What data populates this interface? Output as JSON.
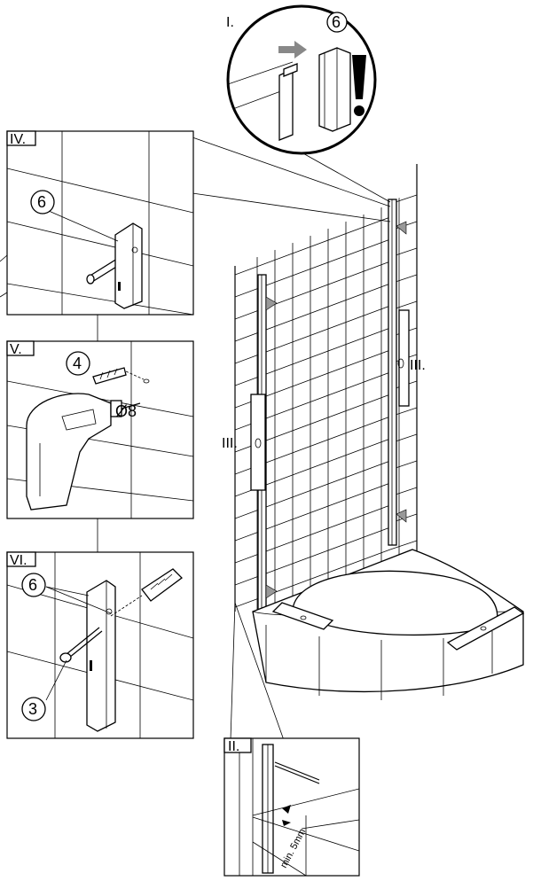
{
  "steps": {
    "one": "I.",
    "two": "II.",
    "three_left": "III.",
    "three_right": "III.",
    "four": "IV.",
    "five": "V.",
    "six": "VI."
  },
  "callouts": {
    "part6_top": "6",
    "part6_iv": "6",
    "part4": "4",
    "part6_vi": "6",
    "part3": "3"
  },
  "annotations": {
    "drill_diameter": "Ø8",
    "min_gap": "min. 5mm"
  },
  "icons": {
    "warning": "exclamation-icon",
    "arrow": "push-arrow-icon",
    "drill": "drill-icon"
  }
}
